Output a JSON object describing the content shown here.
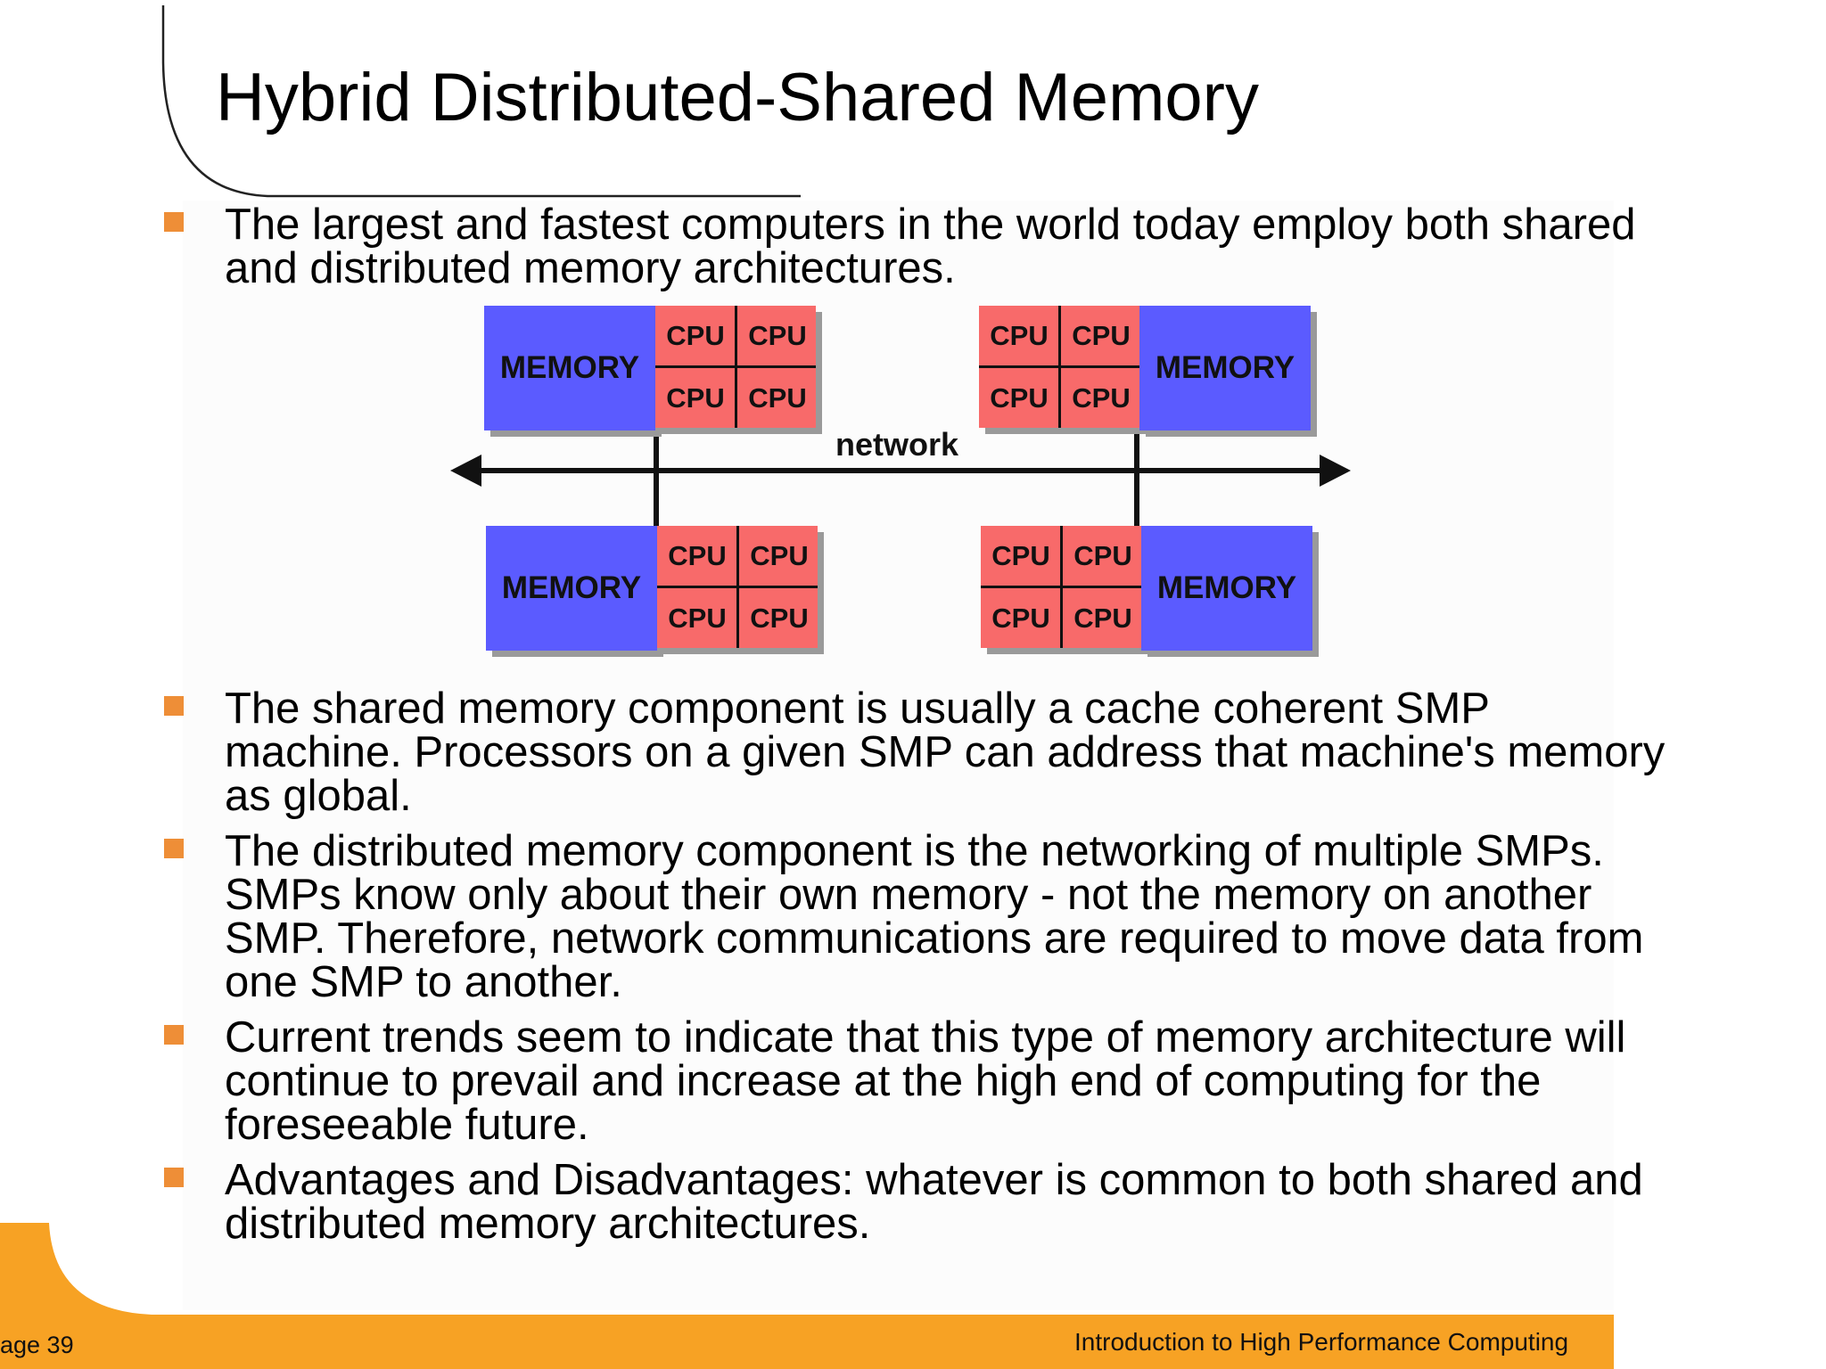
{
  "title": "Hybrid Distributed-Shared Memory",
  "bullets": [
    "The largest and fastest computers in the world today employ both shared and distributed memory architectures.",
    "The shared memory component is usually a cache coherent SMP machine. Processors on a given SMP can address that machine's memory as global.",
    "The distributed memory component is the networking of multiple SMPs. SMPs know only about their own memory - not the memory on another SMP. Therefore, network communications are required to move data from one SMP to another.",
    "Current trends seem to indicate that this type of memory architecture will continue to prevail and increase at the high end of computing for the foreseeable future.",
    "Advantages and Disadvantages: whatever is common to both shared and distributed memory architectures."
  ],
  "diagram": {
    "memory_label": "MEMORY",
    "cpu_label": "CPU",
    "network_label": "network",
    "nodes": [
      {
        "memory": "MEMORY",
        "cpus": [
          "CPU",
          "CPU",
          "CPU",
          "CPU"
        ]
      },
      {
        "memory": "MEMORY",
        "cpus": [
          "CPU",
          "CPU",
          "CPU",
          "CPU"
        ]
      },
      {
        "memory": "MEMORY",
        "cpus": [
          "CPU",
          "CPU",
          "CPU",
          "CPU"
        ]
      },
      {
        "memory": "MEMORY",
        "cpus": [
          "CPU",
          "CPU",
          "CPU",
          "CPU"
        ]
      }
    ],
    "colors": {
      "memory": "#5b5bff",
      "cpu": "#f86a6a"
    }
  },
  "footer": {
    "page": "age 39",
    "course": "Introduction to High Performance Computing",
    "accent": "#f7a224"
  }
}
